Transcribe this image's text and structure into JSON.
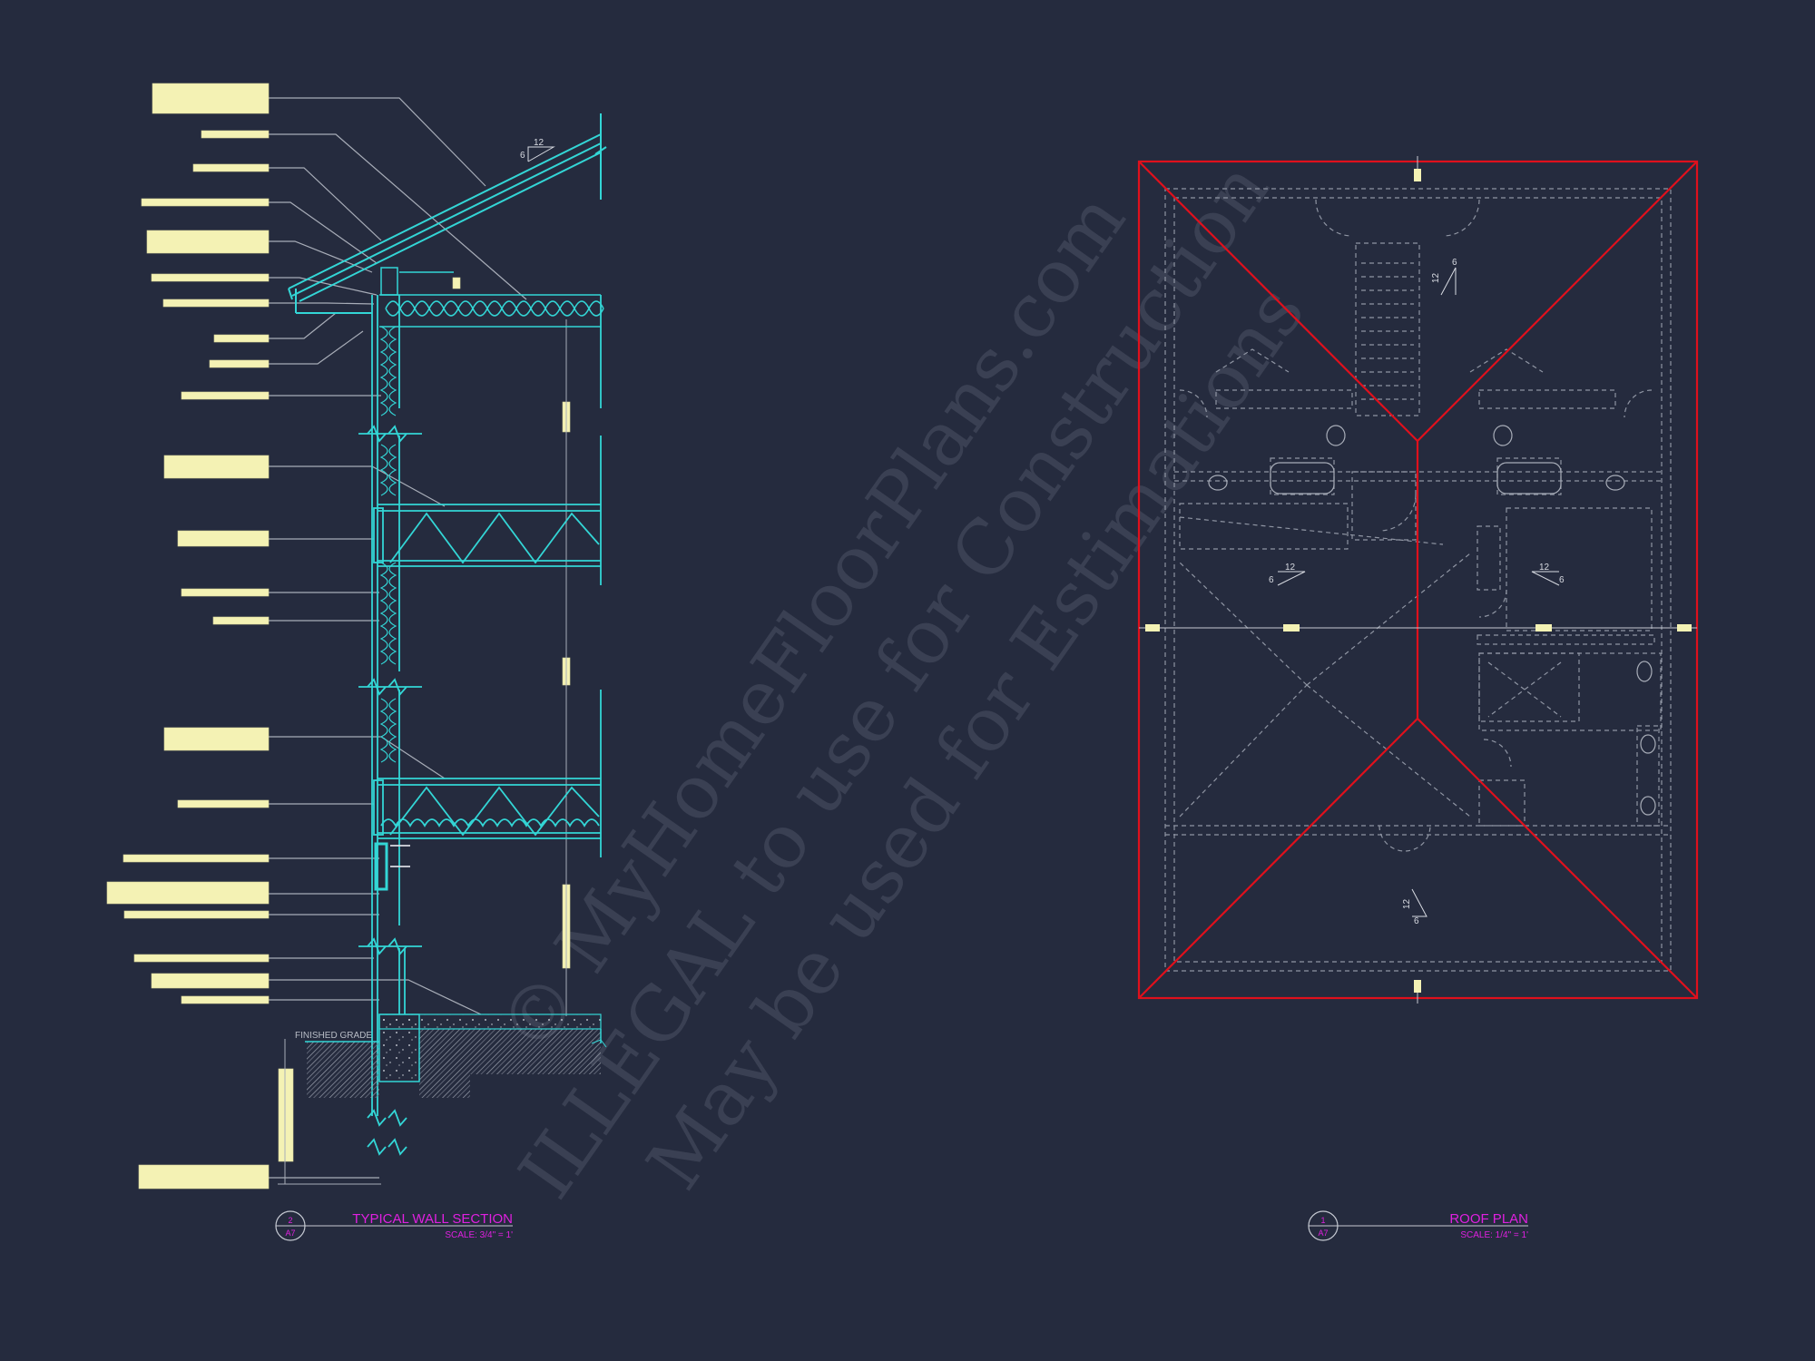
{
  "watermark": {
    "line1": "© MyHomeFloorPlans.com",
    "line2": "ILLEGAL to use for Construction",
    "line3": "May be used for Estimations"
  },
  "wall_section": {
    "title": "TYPICAL WALL SECTION",
    "scale": "SCALE:  3/4\" = 1'",
    "ref_number": "2",
    "ref_sheet": "A7",
    "finished_grade": "FINISHED GRADE",
    "slope_rise": "6",
    "slope_run": "12"
  },
  "roof_plan": {
    "title": "ROOF PLAN",
    "scale": "SCALE:  1/4\" = 1'",
    "ref_number": "1",
    "ref_sheet": "A7",
    "slope_rise": "6",
    "slope_run": "12"
  },
  "colors": {
    "background": "#252b3e",
    "cyan": "#33d6d6",
    "red": "#e0101c",
    "magenta": "#e020e0",
    "label_fill": "#f4f2b4",
    "grey_line": "#a8adb8",
    "dashed": "#8f95a3"
  }
}
